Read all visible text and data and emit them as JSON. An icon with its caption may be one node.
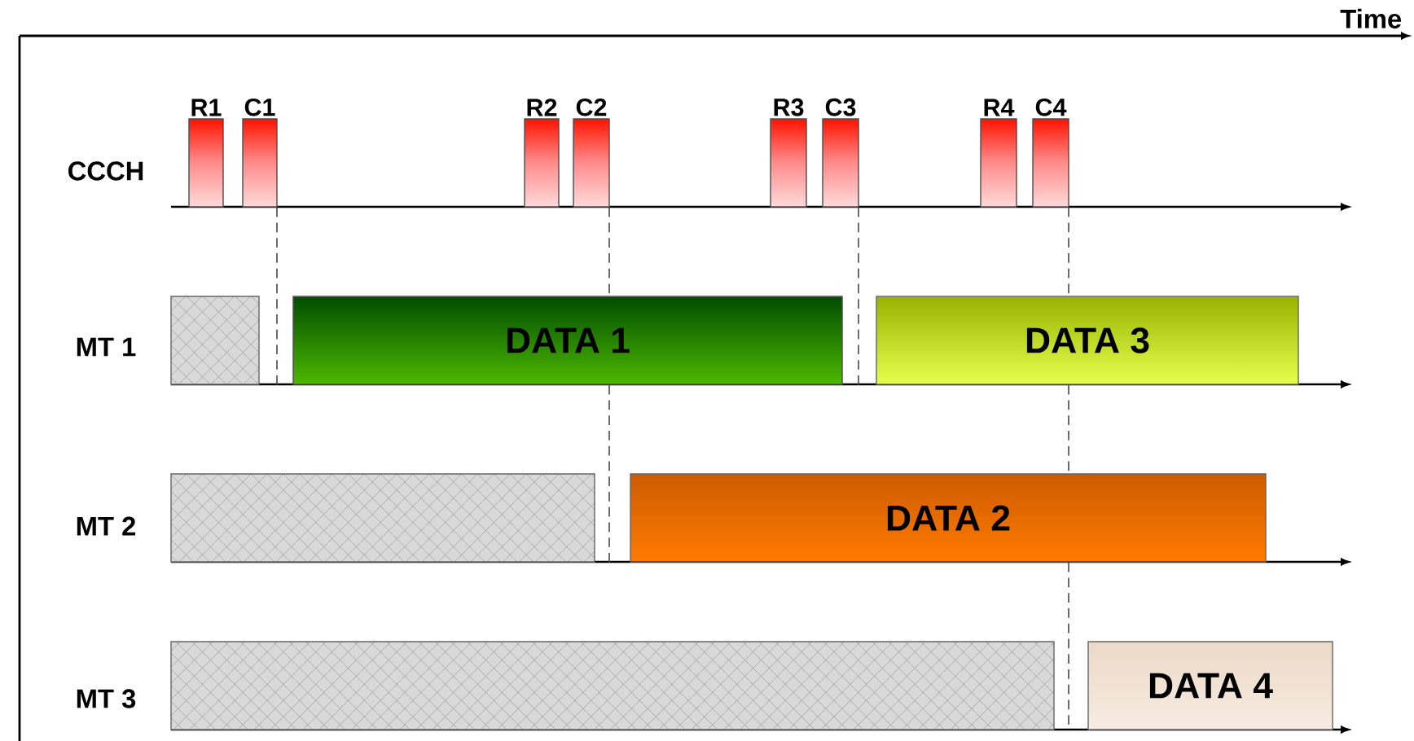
{
  "diagram": {
    "nodes": [
      {
        "text": [
          "R1"
        ]
      },
      {
        "text": [
          "C1"
        ]
      },
      {
        "text": [
          "R2"
        ]
      },
      {
        "text": [
          "C2"
        ]
      },
      {
        "text": [
          "R3"
        ]
      },
      {
        "text": [
          "C3"
        ]
      },
      {
        "text": [
          "R4"
        ]
      },
      {
        "text": [
          "C4"
        ]
      },
      {
        "text": [],
        "shape": "box"
      },
      {
        "text": [
          "DATA 1"
        ]
      },
      {
        "text": [
          "DATA 3"
        ]
      },
      {
        "text": [],
        "shape": "box"
      },
      {
        "text": [
          "DATA 2"
        ]
      },
      {
        "text": [],
        "shape": "box"
      },
      {
        "text": [
          "DATA 4"
        ]
      }
    ],
    "edges": [
      {
        "from": 1,
        "to": 9,
        "arrow": "none",
        "style": "dashed"
      },
      {
        "from": 3,
        "to": 9,
        "arrow": "none",
        "style": "dashed"
      },
      {
        "from": 9,
        "to": 11,
        "arrow": "none",
        "style": "dashed"
      },
      {
        "from": 5,
        "to": 10,
        "arrow": "none",
        "style": "dashed"
      },
      {
        "from": 7,
        "to": 10,
        "arrow": "none",
        "style": "dashed"
      },
      {
        "from": 10,
        "to": 12,
        "arrow": "none",
        "style": "dashed"
      },
      {
        "from": 12,
        "to": 14,
        "arrow": "none",
        "style": "dashed"
      }
    ],
    "labels": [
      "Time",
      "CCCH",
      "MT 1",
      "MT 2",
      "MT 3"
    ]
  }
}
